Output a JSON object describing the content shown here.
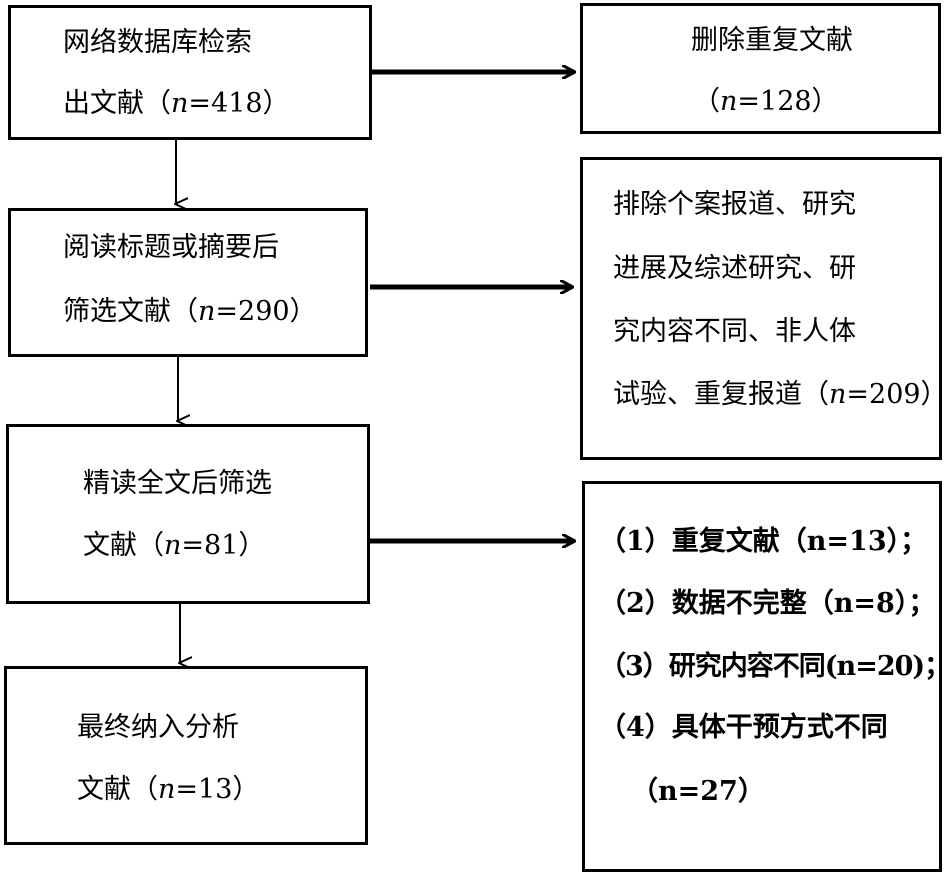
{
  "diagram": {
    "left_boxes": [
      {
        "lines": [
          {
            "pre": "网络数据库检索"
          },
          {
            "pre": "出文献（",
            "n": "n",
            "post": "=418）"
          }
        ]
      },
      {
        "lines": [
          {
            "pre": "阅读标题或摘要后"
          },
          {
            "pre": "筛选文献（",
            "n": "n",
            "post": "=290）"
          }
        ]
      },
      {
        "lines": [
          {
            "pre": "精读全文后筛选"
          },
          {
            "pre": "文献（",
            "n": "n",
            "post": "=81）"
          }
        ]
      },
      {
        "lines": [
          {
            "pre": "最终纳入分析"
          },
          {
            "pre": "文献（",
            "n": "n",
            "post": "=13）"
          }
        ]
      }
    ],
    "right_boxes": [
      {
        "lines": [
          {
            "pre": "删除重复文献"
          },
          {
            "pre": "（",
            "n": "n",
            "post": "=128）"
          }
        ]
      },
      {
        "lines": [
          {
            "pre": "排除个案报道、研究"
          },
          {
            "pre": "进展及综述研究、研"
          },
          {
            "pre": "究内容不同、非人体"
          },
          {
            "pre": "试验、重复报道（",
            "n": "n",
            "post": "=209）"
          }
        ]
      },
      {
        "lines": [
          {
            "pre": "（1）重复文献（n=13）；"
          },
          {
            "pre": "（2）数据不完整（n=8）；"
          },
          {
            "pre": "（3）研究内容不同(n=20)；"
          },
          {
            "pre": "（4）具体干预方式不同"
          },
          {
            "pre": "（n=27）"
          }
        ]
      }
    ]
  }
}
